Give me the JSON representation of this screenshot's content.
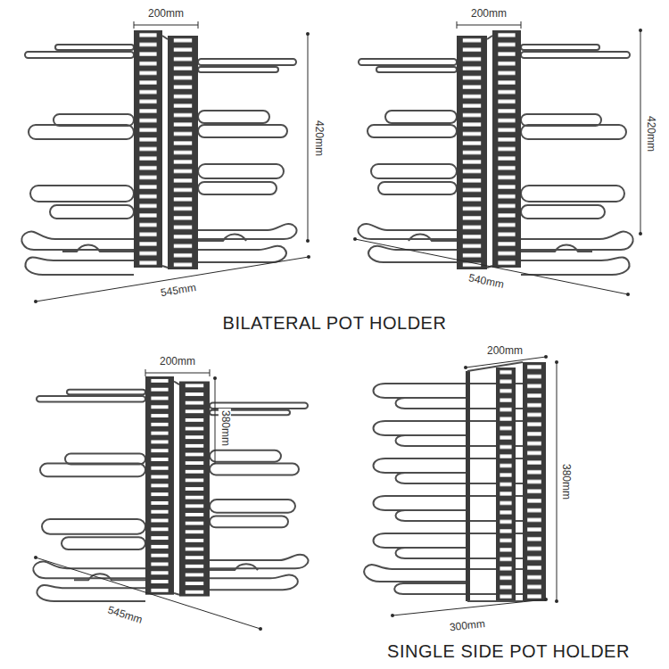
{
  "diagram": {
    "labels": [
      "200mm",
      "420mm",
      "545mm",
      "200mm",
      "420mm",
      "540mm",
      "BILATERAL POT HOLDER",
      "200mm",
      "380mm",
      "545mm",
      "200mm",
      "380mm",
      "300mm",
      "SINGLE SIDE POT HOLDER"
    ]
  }
}
